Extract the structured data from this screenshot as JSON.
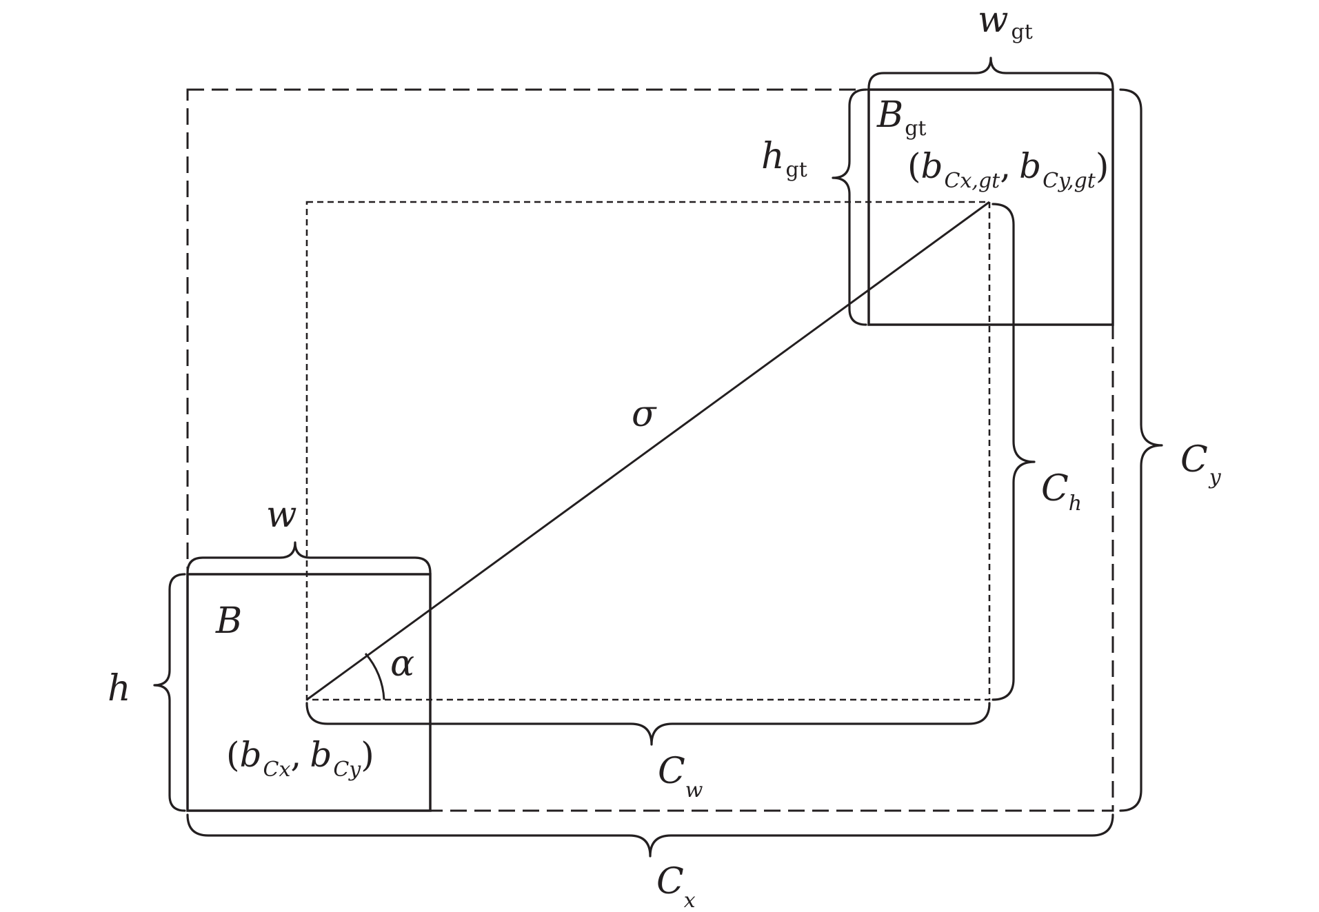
{
  "labels": {
    "w_gt": {
      "main": "w",
      "sub": "gt"
    },
    "B_gt": {
      "main": "B",
      "sub": "gt"
    },
    "h_gt": {
      "main": "h",
      "sub": "gt"
    },
    "center_gt": {
      "open": "(",
      "b1": "b",
      "sub1": "Cx,gt",
      "comma": ",",
      "b2": "b",
      "sub2": "Cy,gt",
      "close": ")"
    },
    "sigma": "σ",
    "C_h": {
      "main": "C",
      "sub": "h"
    },
    "C_y": {
      "main": "C",
      "sub": "y"
    },
    "w": "w",
    "B": "B",
    "alpha": "α",
    "h": "h",
    "center": {
      "open": "(",
      "b1": "b",
      "sub1": "Cx",
      "comma": ",",
      "b2": "b",
      "sub2": "Cy",
      "close": ")"
    },
    "C_w": {
      "main": "C",
      "sub": "w"
    },
    "C_x": {
      "main": "C",
      "sub": "x"
    }
  },
  "colors": {
    "ink": "#231f20",
    "background": "#ffffff"
  }
}
